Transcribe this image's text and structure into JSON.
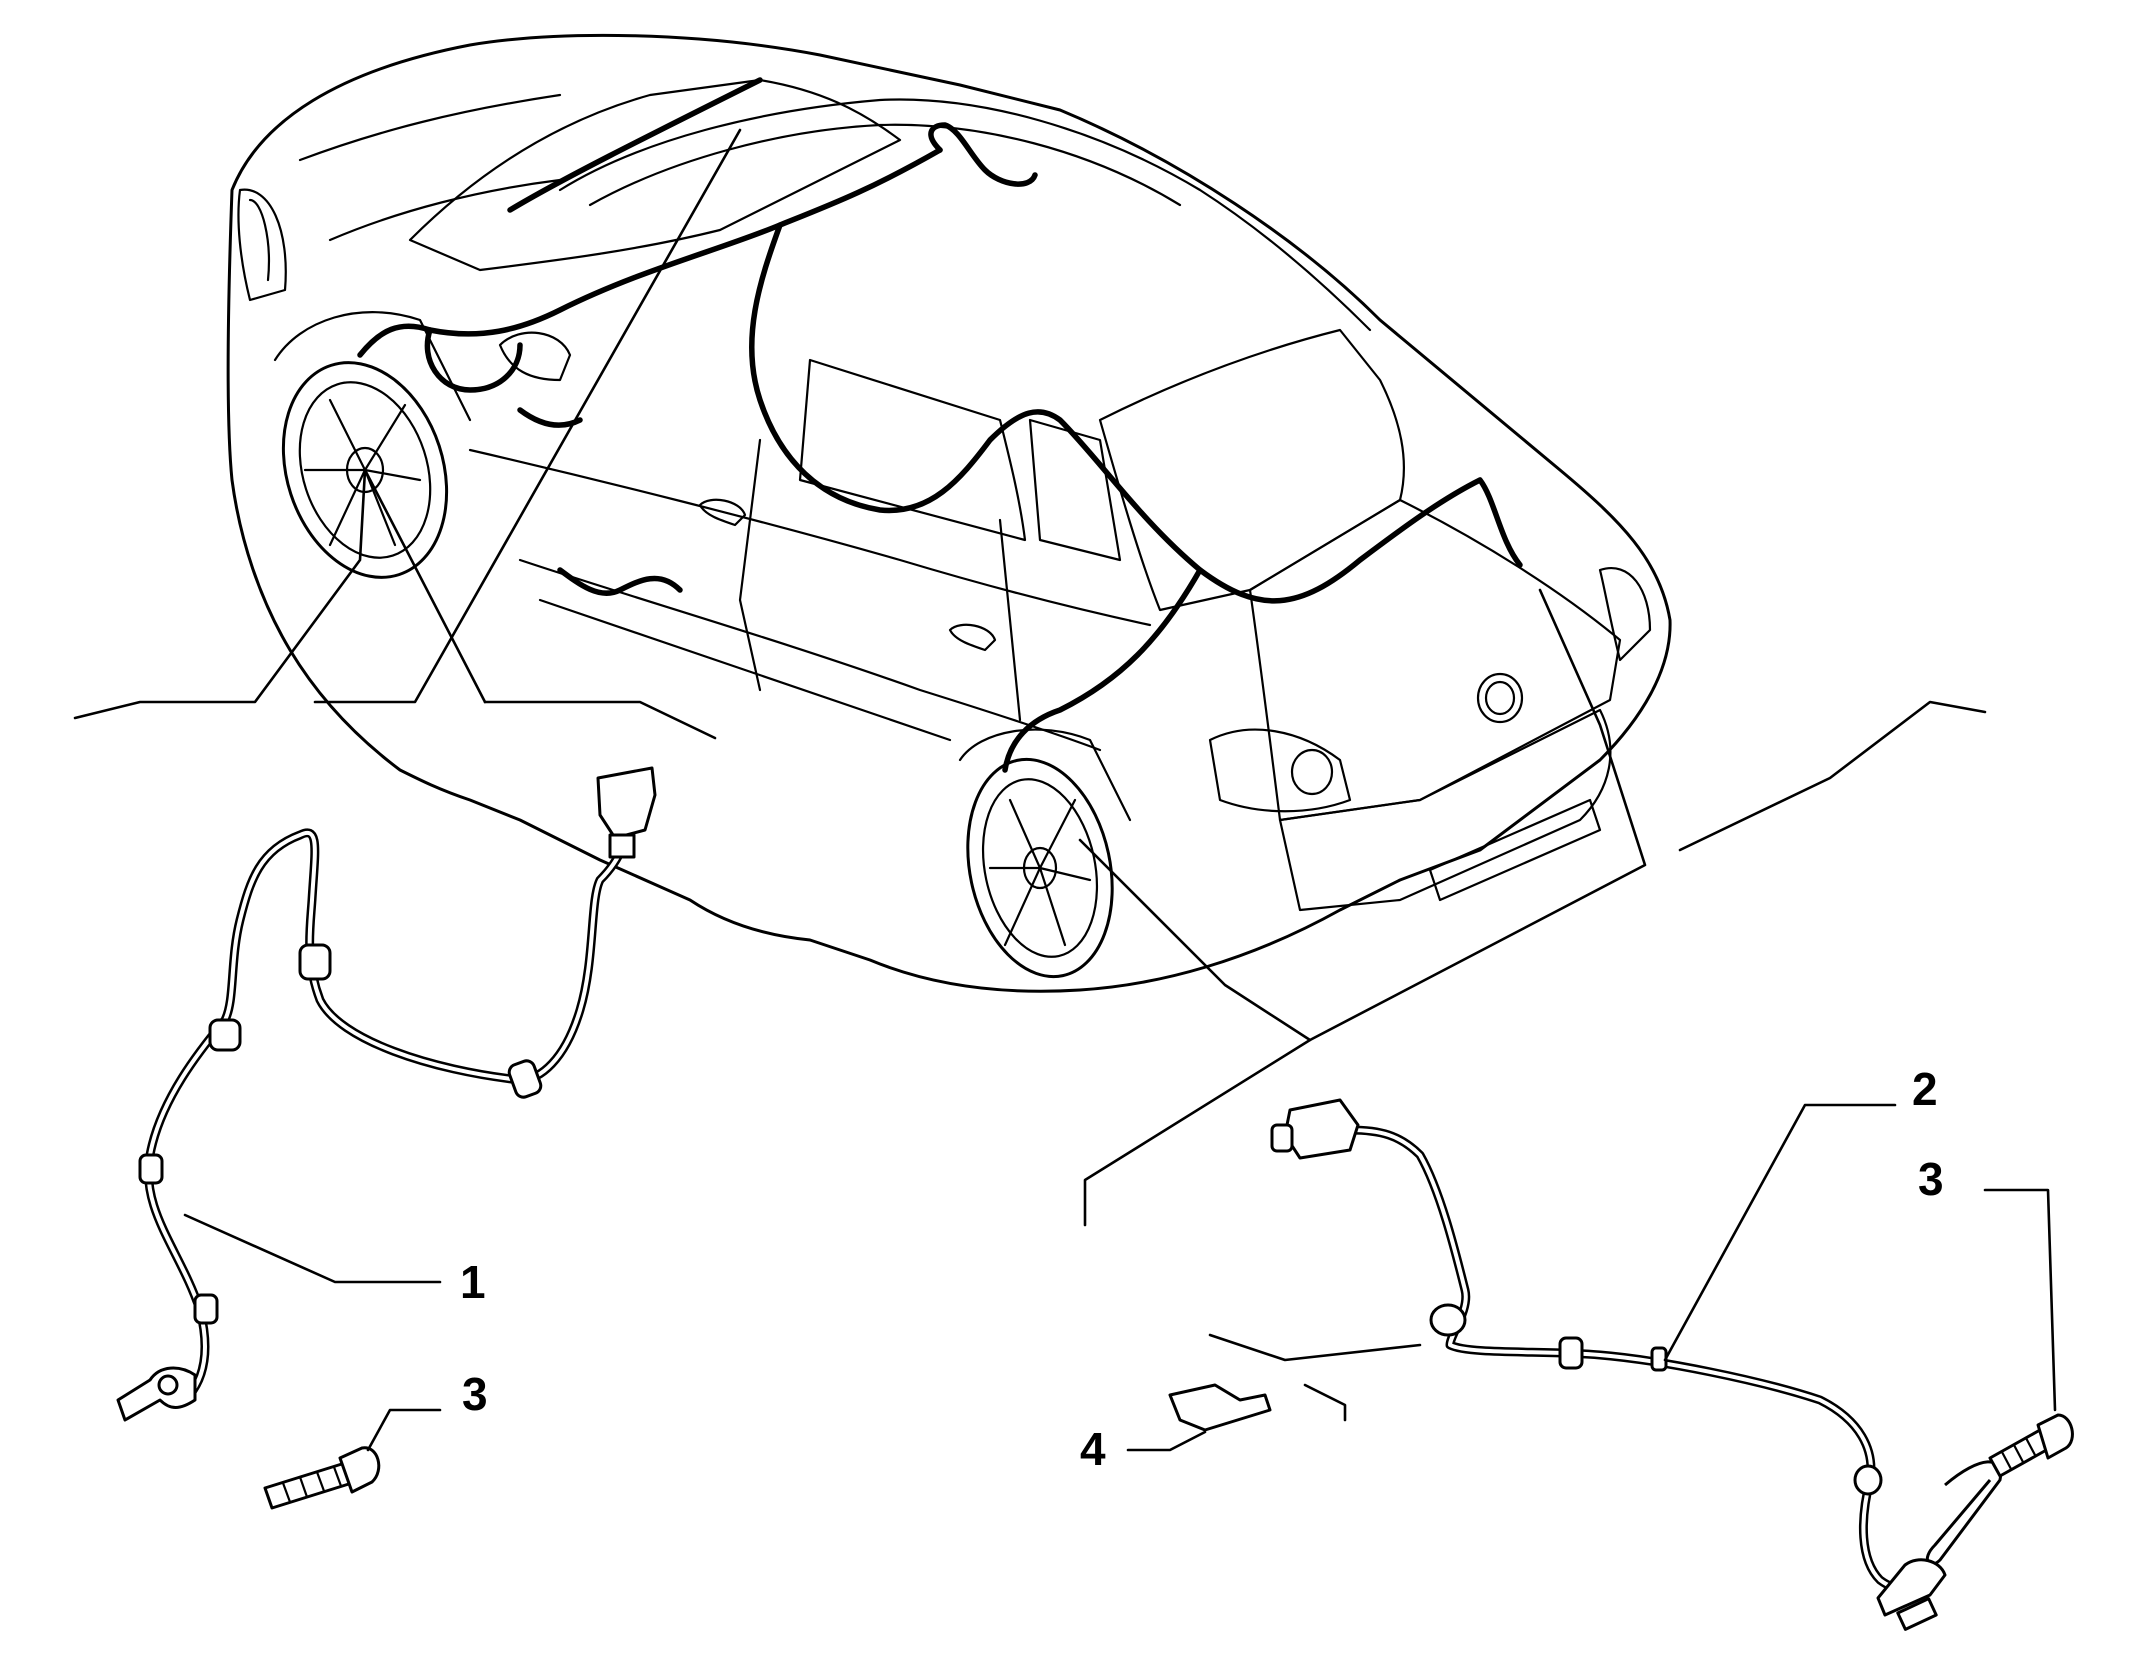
{
  "callouts": [
    {
      "id": "1",
      "label": "1"
    },
    {
      "id": "2",
      "label": "2"
    },
    {
      "id": "3a",
      "label": "3"
    },
    {
      "id": "3b",
      "label": "3"
    },
    {
      "id": "4",
      "label": "4"
    }
  ],
  "colors": {
    "line": "#000000",
    "background": "#ffffff"
  }
}
